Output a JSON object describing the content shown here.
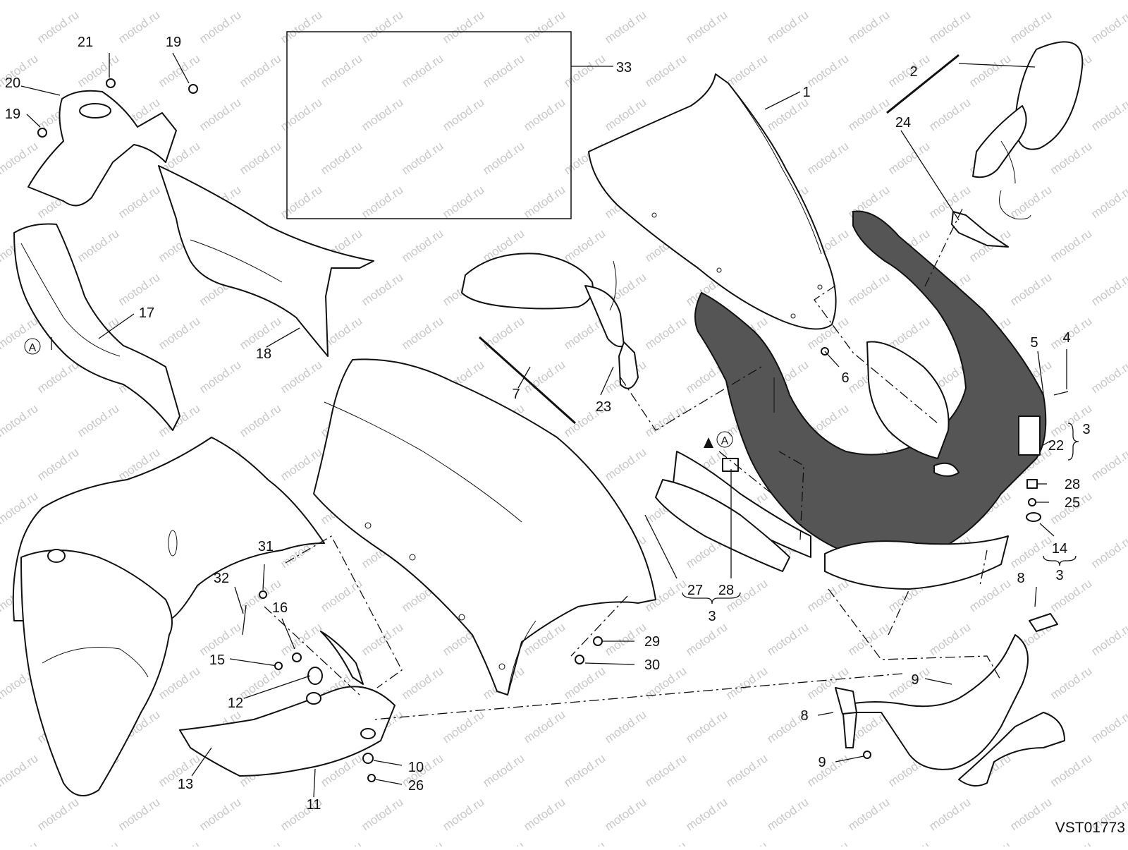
{
  "diagram": {
    "drawing_code": "VST01773",
    "watermark_text": "motod.ru",
    "callouts": {
      "n1": "1",
      "n2": "2",
      "n3a": "3",
      "n3b": "3",
      "n3c": "3",
      "n4": "4",
      "n5": "5",
      "n6": "6",
      "n7": "7",
      "n8a": "8",
      "n8b": "8",
      "n9a": "9",
      "n9b": "9",
      "n10": "10",
      "n11": "11",
      "n12": "12",
      "n13": "13",
      "n14": "14",
      "n15": "15",
      "n16": "16",
      "n17": "17",
      "n18": "18",
      "n19a": "19",
      "n19b": "19",
      "n20": "20",
      "n21": "21",
      "n22": "22",
      "n23": "23",
      "n24": "24",
      "n25": "25",
      "n26": "26",
      "n27": "27",
      "n28a": "28",
      "n28b": "28",
      "n29": "29",
      "n30": "30",
      "n31": "31",
      "n32": "32",
      "n33": "33"
    },
    "markers": {
      "a1": "A",
      "a2": "A"
    },
    "colors": {
      "line": "#111111",
      "fill_dark": "#555555",
      "watermark": "#c8c8c8",
      "background": "#ffffff"
    }
  }
}
